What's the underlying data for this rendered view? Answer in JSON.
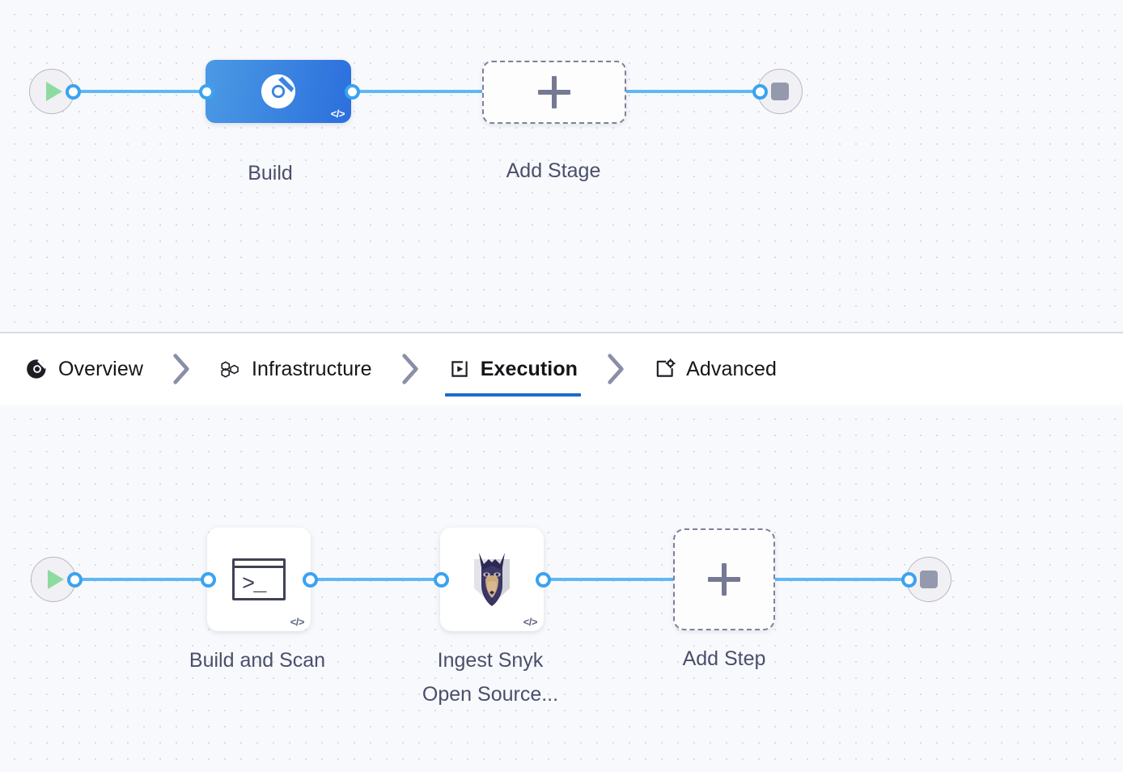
{
  "app": {
    "background_color": "#f8f9fc",
    "accent_color": "#1b6ad0",
    "edge_color": "#5fb8f5",
    "port_color": "#3ba3ef"
  },
  "stage_pipeline": {
    "start_node": {
      "icon": "play-icon",
      "label": ""
    },
    "end_node": {
      "icon": "stop-icon",
      "label": ""
    },
    "nodes": [
      {
        "id": "build",
        "label": "Build",
        "icon": "harness-ci-build-icon",
        "badge": "</>",
        "selected": true
      },
      {
        "id": "add-stage",
        "label": "Add Stage",
        "icon": "plus-icon",
        "badge": "",
        "selected": false
      }
    ]
  },
  "tabs": {
    "items": [
      {
        "id": "overview",
        "label": "Overview",
        "icon": "overview-icon",
        "active": false
      },
      {
        "id": "infrastructure",
        "label": "Infrastructure",
        "icon": "hexagons-icon",
        "active": false
      },
      {
        "id": "execution",
        "label": "Execution",
        "icon": "play-box-icon",
        "active": true
      },
      {
        "id": "advanced",
        "label": "Advanced",
        "icon": "gear-box-icon",
        "active": false
      }
    ],
    "separator_icon": "chevron-right-icon"
  },
  "step_pipeline": {
    "start_node": {
      "icon": "play-icon",
      "label": ""
    },
    "end_node": {
      "icon": "stop-icon",
      "label": ""
    },
    "nodes": [
      {
        "id": "build-and-scan",
        "label": "Build and Scan",
        "icon": "terminal-icon",
        "badge": "</>"
      },
      {
        "id": "ingest-snyk",
        "label": "Ingest Snyk\nOpen Source...",
        "icon": "snyk-doberman-icon",
        "badge": "</>"
      },
      {
        "id": "add-step",
        "label": "Add Step",
        "icon": "plus-icon",
        "badge": ""
      }
    ]
  }
}
